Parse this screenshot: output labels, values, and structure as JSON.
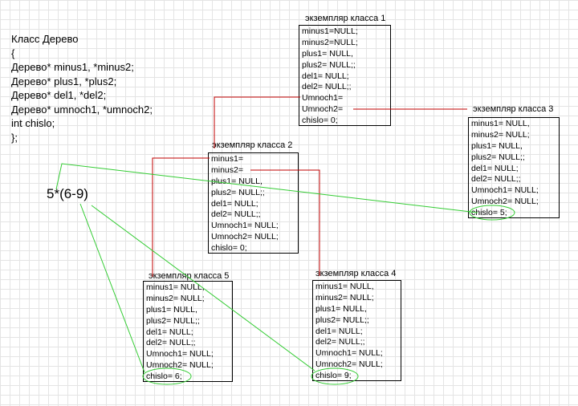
{
  "class_definition": [
    "Класс Дерево",
    "{",
    "Дерево* minus1, *minus2;",
    "Дерево* plus1, *plus2;",
    "Дерево* del1, *del2;",
    "Дерево* umnoch1, *umnoch2;",
    "int chislo;",
    "};"
  ],
  "expression": "5*(6-9)",
  "instances": {
    "inst1": {
      "caption": "экземпляр класса 1",
      "fields": [
        "minus1=NULL;",
        "minus2=NULL;",
        "plus1= NULL,",
        "plus2= NULL;;",
        "del1= NULL;",
        "del2= NULL;;",
        "Umnoch1=",
        "Umnoch2=",
        "chislo= 0;"
      ]
    },
    "inst2": {
      "caption": "экземпляр класса 2",
      "fields": [
        "minus1=",
        "minus2=",
        "plus1= NULL,",
        "plus2= NULL;;",
        "del1= NULL;",
        "del2= NULL;;",
        "Umnoch1= NULL;",
        "Umnoch2= NULL;",
        "chislo= 0;"
      ]
    },
    "inst3": {
      "caption": "экземпляр класса 3",
      "fields": [
        "minus1= NULL,",
        "minus2= NULL;",
        "plus1= NULL,",
        "plus2= NULL;;",
        "del1= NULL;",
        "del2= NULL;;",
        "Umnoch1= NULL;",
        "Umnoch2= NULL;",
        "chislo= 5;"
      ]
    },
    "inst4": {
      "caption": "экземпляр класса 4",
      "fields": [
        "minus1= NULL,",
        "minus2= NULL;",
        "plus1= NULL,",
        "plus2= NULL;;",
        "del1= NULL;",
        "del2= NULL;;",
        "Umnoch1= NULL;",
        "Umnoch2= NULL;",
        "chislo= 9;"
      ]
    },
    "inst5": {
      "caption": "экземпляр класса 5",
      "fields": [
        "minus1= NULL,",
        "minus2= NULL;",
        "plus1= NULL,",
        "plus2= NULL;;",
        "del1= NULL;",
        "del2= NULL;;",
        "Umnoch1= NULL;",
        "Umnoch2= NULL;",
        "chislo= 6;"
      ]
    }
  },
  "colors": {
    "pointer_link": "#c00000",
    "value_link": "#33cc33",
    "grid": "#e4e4e4"
  }
}
